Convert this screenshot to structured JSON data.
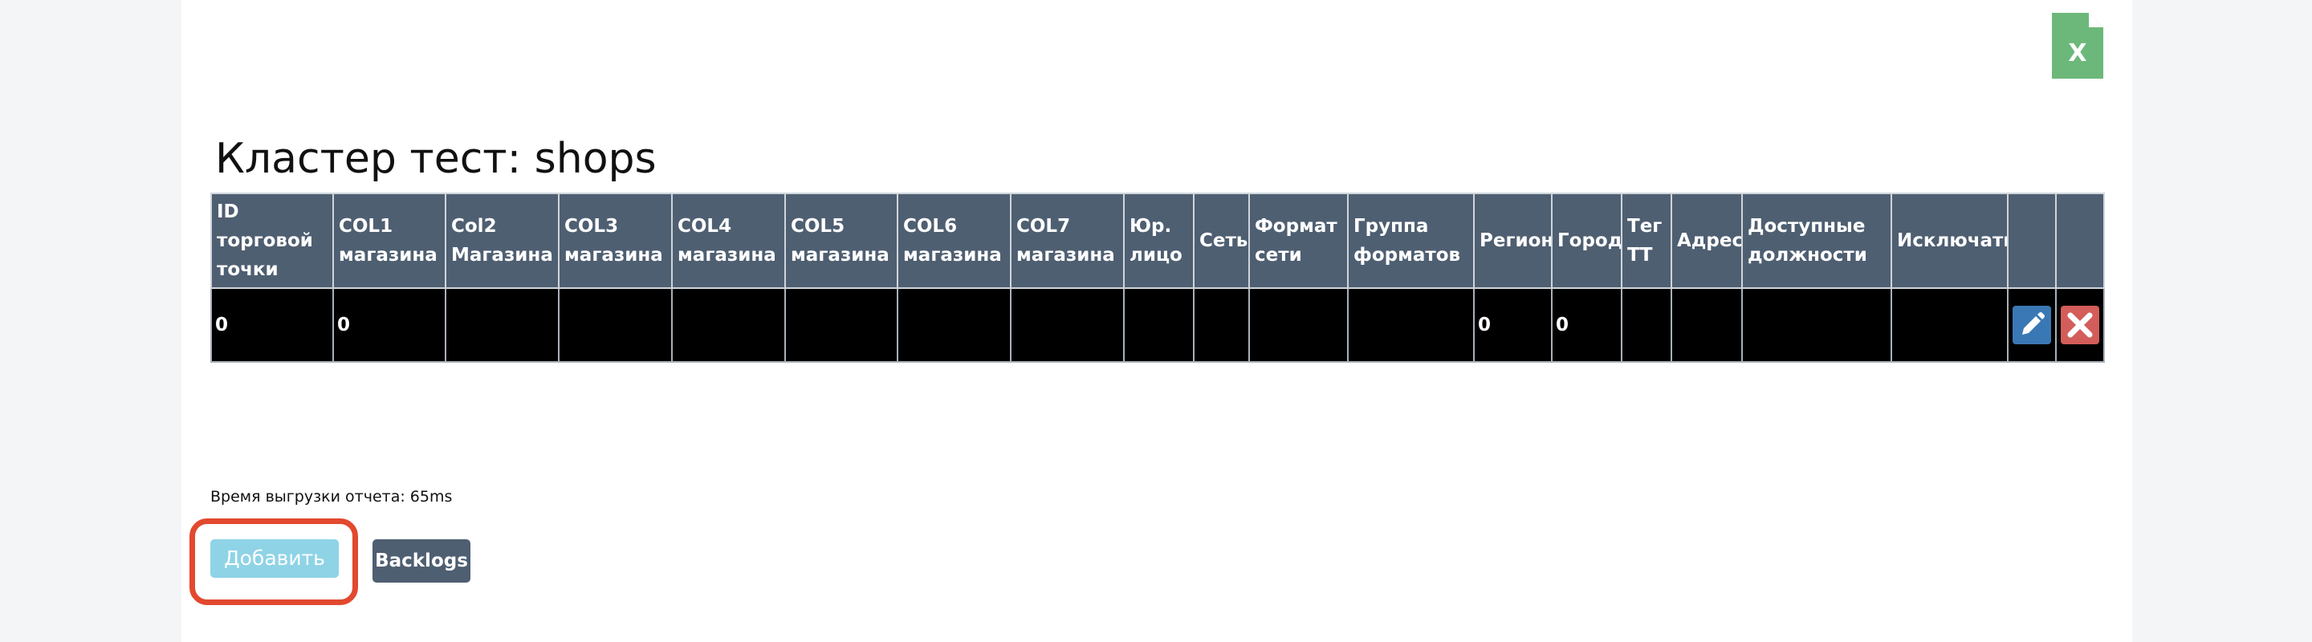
{
  "page": {
    "title": "Кластер тест: shops",
    "export_time": "Время выгрузки отчета: 65ms",
    "export_icon": "excel-file-icon",
    "export_icon_letter": "X"
  },
  "table": {
    "headers": [
      "ID торговой точки",
      "COL1 магазина",
      "Col2 Магазина",
      "COL3 магазина",
      "COL4 магазина",
      "COL5 магазина",
      "COL6 магазина",
      "COL7 магазина",
      "Юр. лицо",
      "Сеть",
      "Формат сети",
      "Группа форматов",
      "Регион",
      "Город",
      "Тег ТТ",
      "Адрес",
      "Доступные должности",
      "Исключать",
      "",
      ""
    ],
    "rows": [
      {
        "cells": [
          "0",
          "0",
          "",
          "",
          "",
          "",
          "",
          "",
          "",
          "",
          "",
          "",
          "0",
          "0",
          "",
          "",
          "",
          ""
        ],
        "edit_icon": "pencil-icon",
        "delete_icon": "close-icon"
      }
    ]
  },
  "buttons": {
    "add": "Добавить",
    "backlogs": "Backlogs"
  },
  "colors": {
    "header_bg": "#4f5f72",
    "row_bg": "#000000",
    "edit_bg": "#3a78b5",
    "delete_bg": "#d35d5a",
    "add_bg": "#8fd3e6",
    "excel_green": "#6cb87a",
    "highlight": "#e2492f"
  }
}
